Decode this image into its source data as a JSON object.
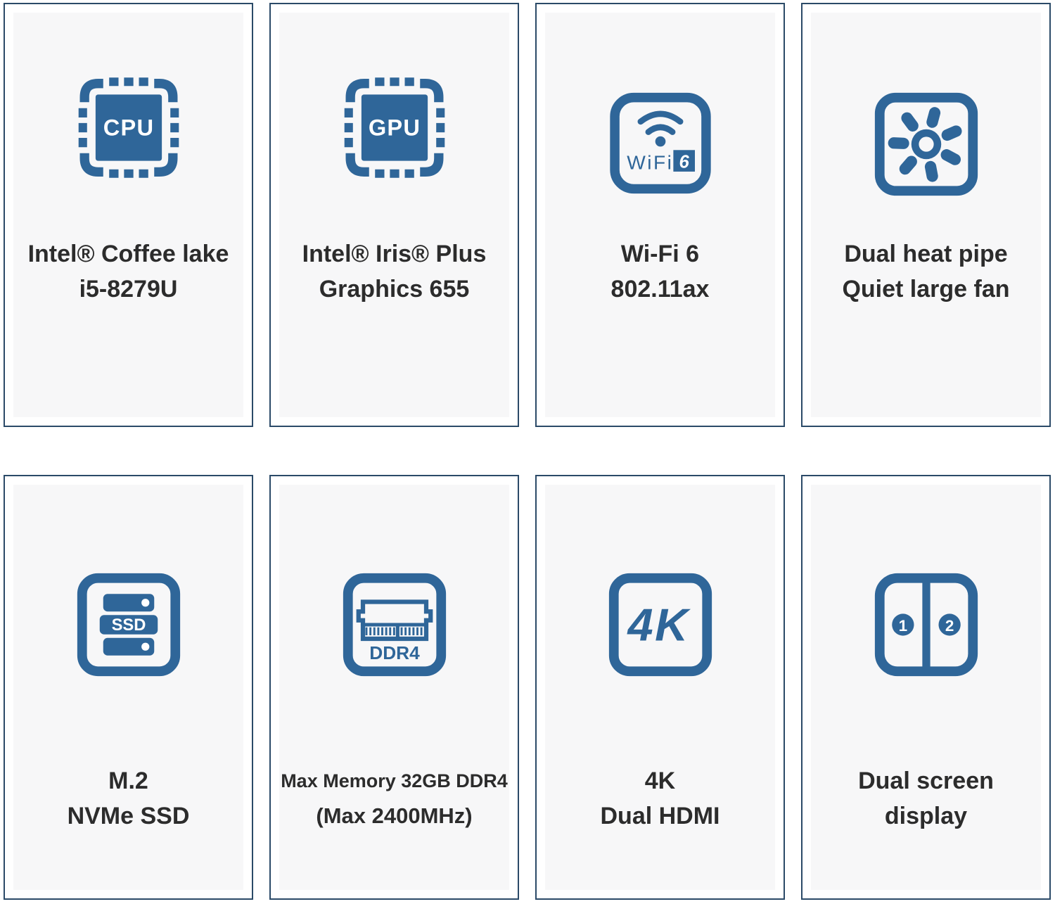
{
  "theme": {
    "icon_blue": "#2f6699",
    "card_border": "#2b4a68",
    "panel_bg": "#f7f7f8",
    "text_color": "#2c2c2c",
    "page_bg": "#ffffff"
  },
  "cards": [
    {
      "id": "cpu",
      "icon": "cpu-chip-icon",
      "chip_label": "CPU",
      "lines": [
        "Intel® Coffee lake",
        "i5-8279U"
      ]
    },
    {
      "id": "gpu",
      "icon": "gpu-chip-icon",
      "chip_label": "GPU",
      "lines": [
        "Intel® Iris® Plus",
        "Graphics 655"
      ]
    },
    {
      "id": "wifi",
      "icon": "wifi-6-icon",
      "wifi_label": "WiFi",
      "wifi_badge": "6",
      "lines": [
        "Wi-Fi 6",
        "802.11ax"
      ]
    },
    {
      "id": "cooling",
      "icon": "fan-icon",
      "lines": [
        "Dual heat pipe",
        "Quiet large fan"
      ]
    },
    {
      "id": "storage",
      "icon": "ssd-icon",
      "ssd_label": "SSD",
      "lines": [
        "M.2",
        "NVMe SSD"
      ]
    },
    {
      "id": "memory",
      "icon": "ddr4-ram-icon",
      "ram_label": "DDR4",
      "lines": [
        "Max Memory 32GB DDR4",
        "(Max 2400MHz)"
      ]
    },
    {
      "id": "video",
      "icon": "4k-icon",
      "resolution_label": "4K",
      "lines": [
        "4K",
        "Dual HDMI"
      ]
    },
    {
      "id": "display",
      "icon": "dual-screen-icon",
      "screen_1": "1",
      "screen_2": "2",
      "lines": [
        "Dual screen",
        "display"
      ]
    }
  ]
}
